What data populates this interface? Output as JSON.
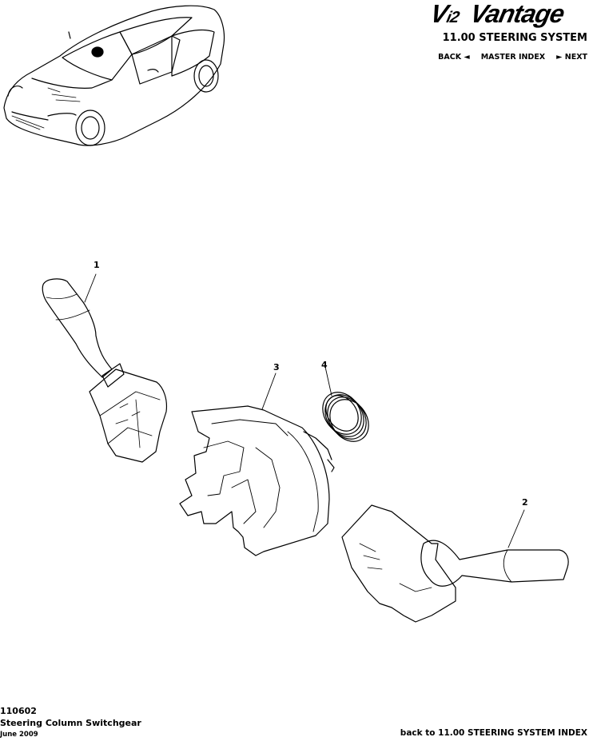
{
  "header": {
    "logo": "V12 Vantage",
    "logo_display": "V  Vantage",
    "section_title": "11.00 STEERING SYSTEM",
    "nav": {
      "back": "BACK ◄",
      "master_index": "MASTER INDEX",
      "next": "► NEXT"
    }
  },
  "diagram": {
    "title": "Steering Column Switchgear",
    "callouts": [
      {
        "number": "1",
        "part": "left-stalk-switch"
      },
      {
        "number": "2",
        "part": "right-stalk-switch"
      },
      {
        "number": "3",
        "part": "clockspring-housing"
      },
      {
        "number": "4",
        "part": "coil-spring"
      }
    ]
  },
  "footer": {
    "code": "110602",
    "name": "Steering Column Switchgear",
    "date": "June 2009",
    "back_link": "back to 11.00 STEERING SYSTEM INDEX"
  }
}
